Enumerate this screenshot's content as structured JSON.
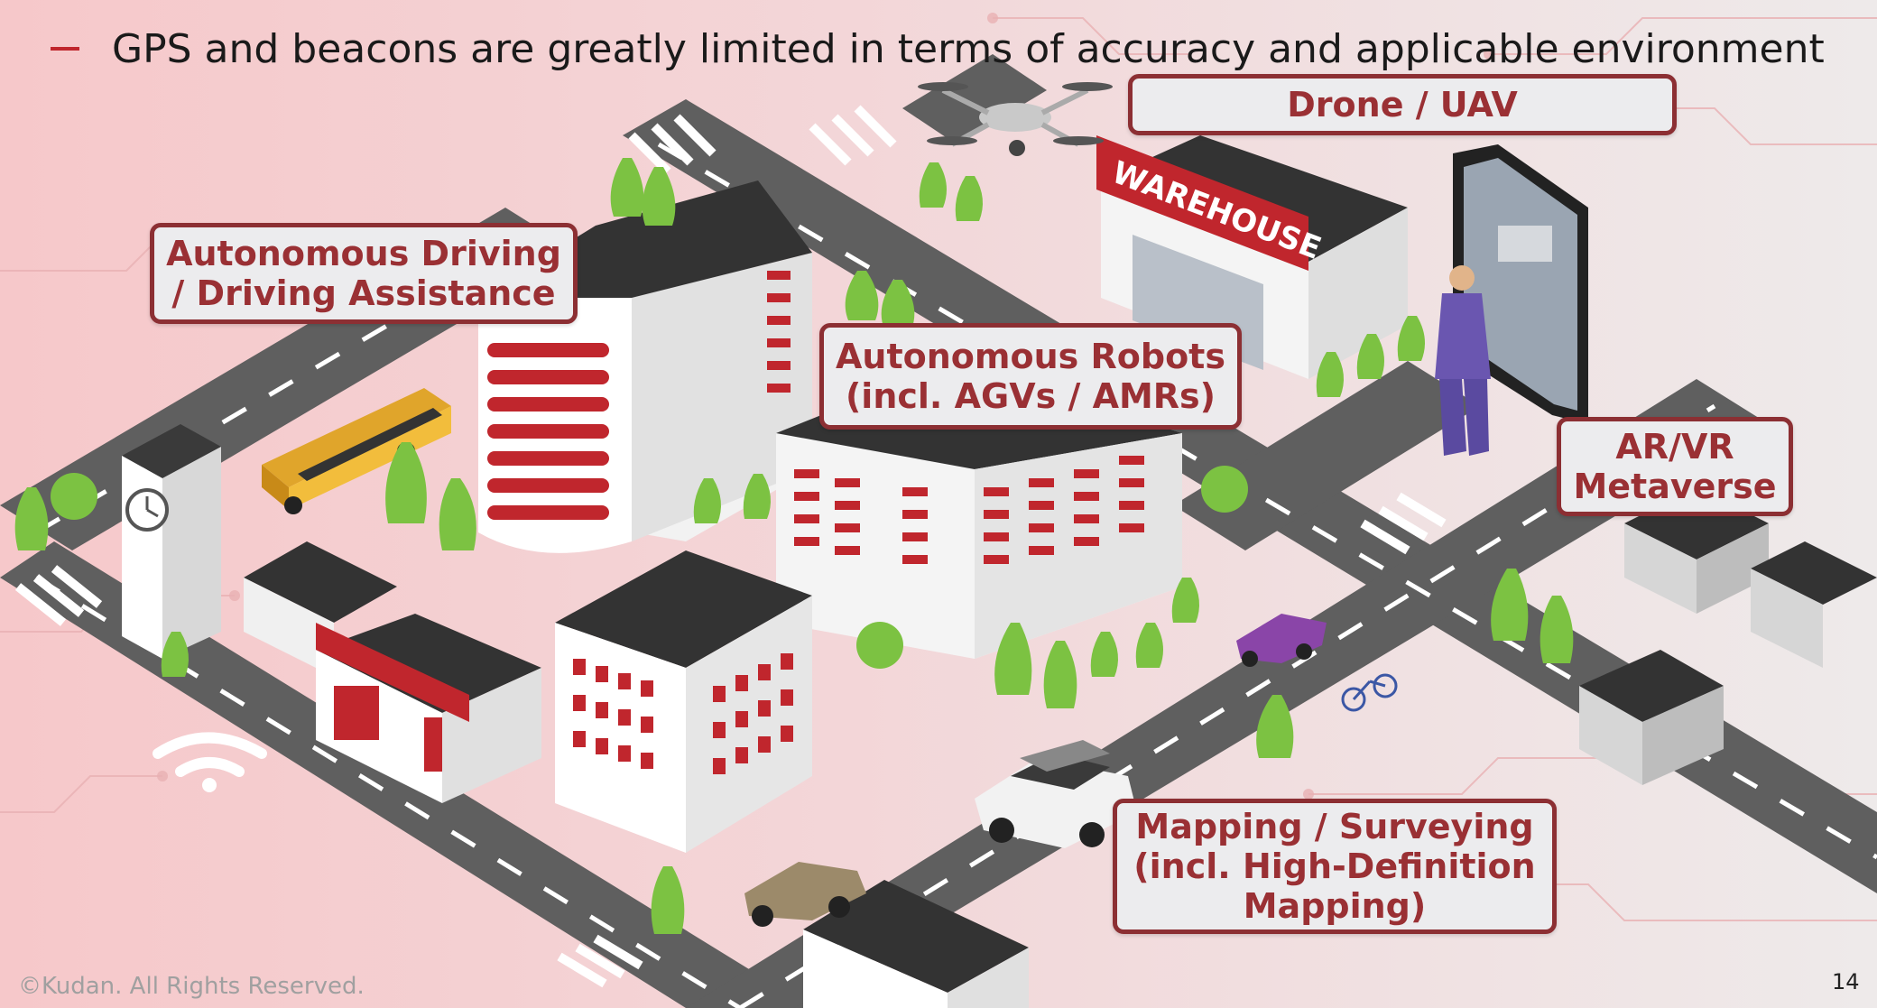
{
  "slide": {
    "bullet": "GPS and beacons are greatly limited in terms of accuracy and applicable environment",
    "labels": {
      "drone": "Drone / UAV",
      "driving_line1": "Autonomous Driving",
      "driving_line2": "/ Driving Assistance",
      "robots_line1": "Autonomous Robots",
      "robots_line2": "(incl. AGVs / AMRs)",
      "arvr_line1": "AR/VR",
      "arvr_line2": "Metaverse",
      "mapping_line1": "Mapping / Surveying",
      "mapping_line2": "(incl. High-Definition",
      "mapping_line3": "Mapping)"
    },
    "warehouse_sign": "WAREHOUSE",
    "footer": "©Kudan. All Rights Reserved.",
    "page_number": "14"
  },
  "colors": {
    "accent_red": "#c0262d",
    "label_border": "#8c2f33",
    "label_text": "#9a3034",
    "road": "#5f5f5f",
    "tree": "#7cc242"
  },
  "icons": [
    "drone-icon",
    "bus-icon",
    "clock-icon",
    "wifi-icon",
    "smartphone-icon",
    "car-icon",
    "bicycle-icon",
    "person-icon",
    "tree-icon"
  ]
}
